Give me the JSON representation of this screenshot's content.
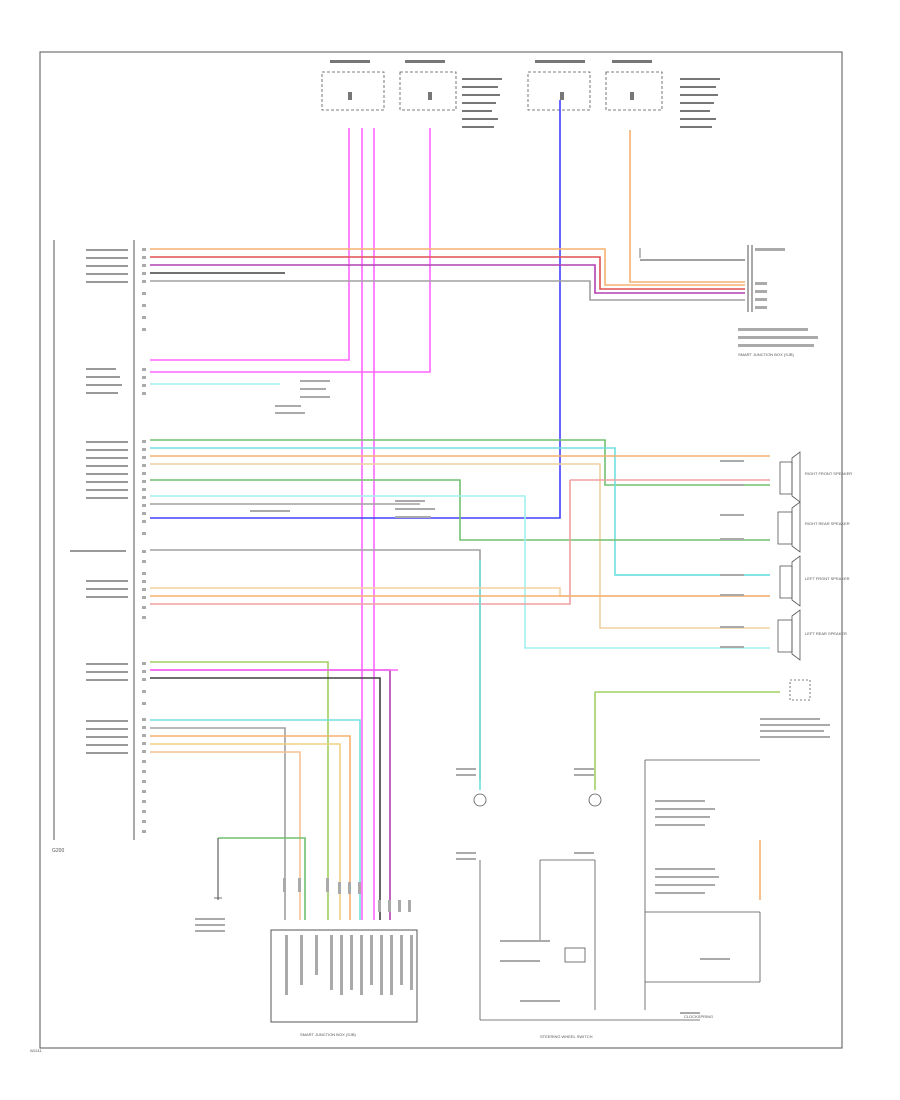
{
  "diagram": {
    "labels": {
      "radio_ground": "G200",
      "smart_junction": "SMART JUNCTION BOX (SJB)",
      "steering_wheel_switch": "STEERING WHEEL SWITCH",
      "speaker_front_right": "RIGHT FRONT SPEAKER",
      "speaker_rear_right": "RIGHT REAR SPEAKER",
      "speaker_front_left": "LEFT FRONT SPEAKER",
      "speaker_rear_left": "LEFT REAR SPEAKER",
      "clockspring": "CLOCKSPRING",
      "g200_bottom": "G200",
      "bottom_left_code": "W1111"
    },
    "colors": {
      "pink": "#ff66ff",
      "magenta": "#e060e0",
      "orange": "#f5b070",
      "red": "#e05050",
      "purple": "#b040b0",
      "grey": "#a0a0a0",
      "green": "#70c070",
      "cyan": "#70e0e0",
      "blue": "#4040ff",
      "tan": "#d8b060",
      "dark": "#404040",
      "frame": "#555555"
    }
  }
}
